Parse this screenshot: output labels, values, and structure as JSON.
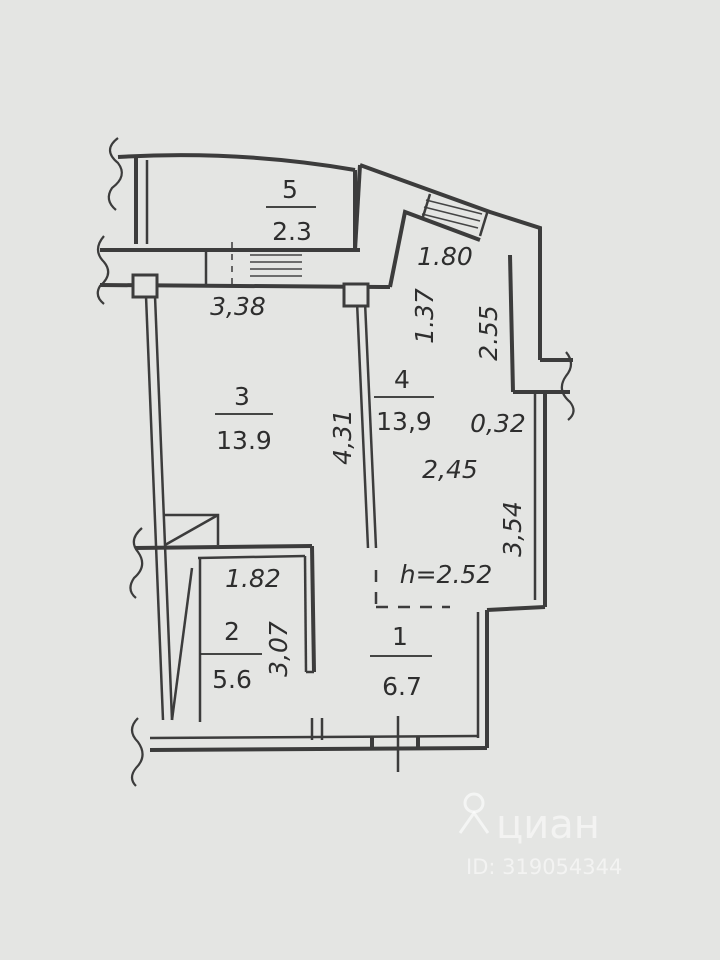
{
  "rooms": [
    {
      "number": "1",
      "area": "6.7"
    },
    {
      "number": "2",
      "area": "5.6"
    },
    {
      "number": "3",
      "area": "13.9"
    },
    {
      "number": "4",
      "area": "13,9"
    },
    {
      "number": "5",
      "area": "2.3"
    }
  ],
  "dimensions": {
    "balcony_width": "3,38",
    "top_right_width": "1.80",
    "top_right_depth": "1.37",
    "right_wall_upper": "2.55",
    "right_offset": "0,32",
    "room3_depth": "4,31",
    "corridor_width": "2,45",
    "right_wall_lower": "3,54",
    "bath_width": "1.82",
    "bath_depth": "3,07"
  },
  "ceiling_height": "h=2.52",
  "watermark": {
    "brand": "циан",
    "listing_id": "ID: 319054344"
  }
}
